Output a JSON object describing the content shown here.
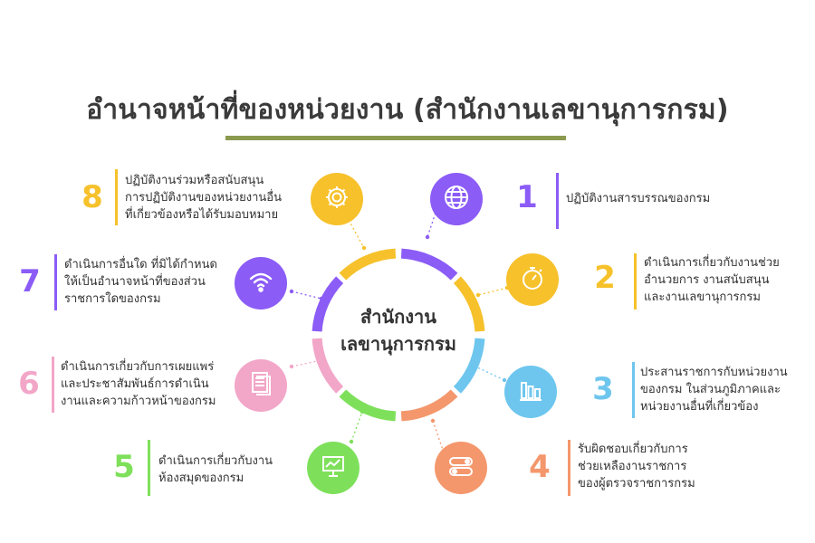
{
  "title": "อำนาจหน้าที่ของหน่วยงาน (สำนักงานเลขานุการกรม)",
  "center": {
    "line1": "สำนักงาน",
    "line2": "เลขานุการกรม"
  },
  "colors": {
    "title_underline": "#8a9a4f",
    "purple": "#8b5cf6",
    "yellow": "#f6c12b",
    "blue": "#6ec6ee",
    "orange": "#f4976c",
    "green": "#7ee05a",
    "pink": "#f2a6c8"
  },
  "items": [
    {
      "number": "1",
      "color": "#8b5cf6",
      "icon": "globe-icon",
      "lines": [
        "ปฏิบัติงานสารบรรณของกรม"
      ]
    },
    {
      "number": "2",
      "color": "#f6c12b",
      "icon": "stopwatch-icon",
      "lines": [
        "ดำเนินการเกี่ยวกับงานช่วย",
        "อำนวยการ งานสนับสนุน",
        "และงานเลขานุการกรม"
      ]
    },
    {
      "number": "3",
      "color": "#6ec6ee",
      "icon": "bar-chart-icon",
      "lines": [
        "ประสานราชการกับหน่วยงาน",
        "ของกรม ในส่วนภูมิภาคและ",
        "หน่วยงานอื่นที่เกี่ยวข้อง"
      ]
    },
    {
      "number": "4",
      "color": "#f4976c",
      "icon": "toggle-switches-icon",
      "lines": [
        "รับผิดชอบเกี่ยวกับการ",
        "ช่วยเหลืองานราชการ",
        "ของผู้ตรวจราชการกรม"
      ]
    },
    {
      "number": "5",
      "color": "#7ee05a",
      "icon": "presentation-board-icon",
      "lines": [
        "ดำเนินการเกี่ยวกับงาน",
        "ห้องสมุดของกรม"
      ]
    },
    {
      "number": "6",
      "color": "#f2a6c8",
      "icon": "documents-icon",
      "lines": [
        "ดำเนินการเกี่ยวกับการเผยแพร่",
        "และประชาสัมพันธ์การดำเนิน",
        "งานและความก้าวหน้าของกรม"
      ]
    },
    {
      "number": "7",
      "color": "#8b5cf6",
      "icon": "wifi-icon",
      "lines": [
        "ดำเนินการอื่นใด ที่มิได้กำหนด",
        "ให้เป็นอำนาจหน้าที่ของส่วน",
        "ราชการใดของกรม"
      ]
    },
    {
      "number": "8",
      "color": "#f6c12b",
      "icon": "gear-icon",
      "lines": [
        "ปฏิบัติงานร่วมหรือสนับสนุน",
        "การปฏิบัติงานของหน่วยงานอื่น",
        "ที่เกี่ยวข้องหรือได้รับมอบหมาย"
      ]
    }
  ]
}
